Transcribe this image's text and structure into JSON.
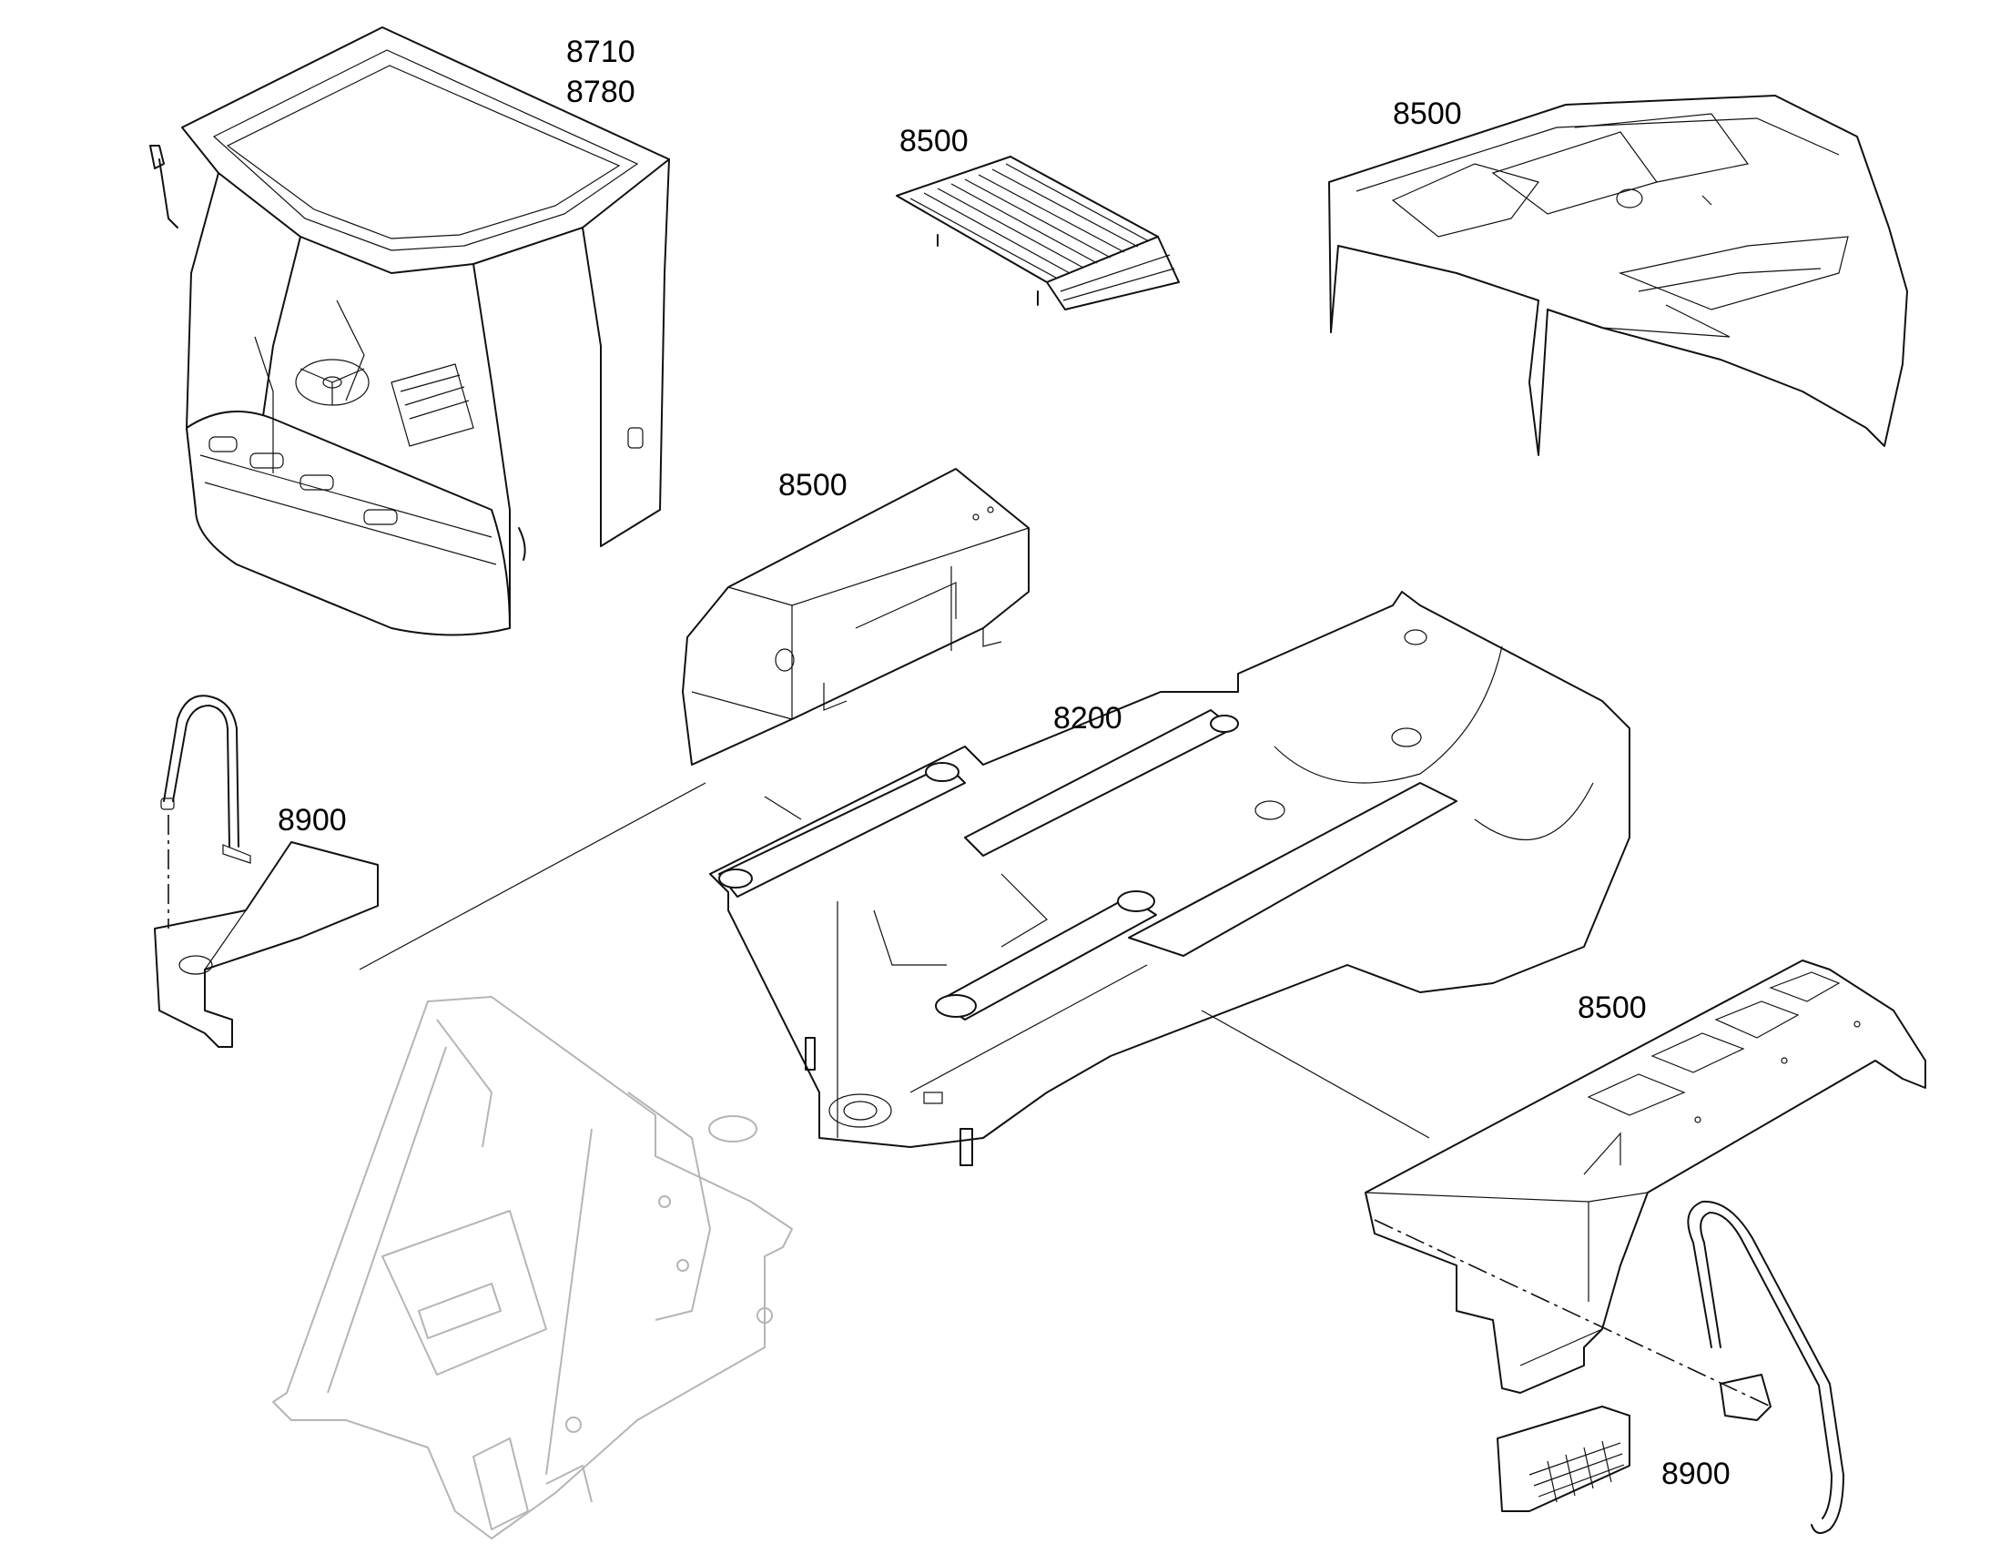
{
  "diagram": {
    "labels": {
      "cab_code_1": "8710",
      "cab_code_2": "8780",
      "grille": "8500",
      "hood": "8500",
      "battery_box": "8500",
      "frame": "8200",
      "left_handrail": "8900",
      "right_fender": "8500",
      "right_step": "8900"
    }
  }
}
